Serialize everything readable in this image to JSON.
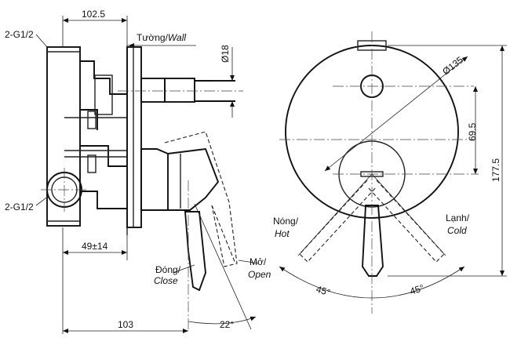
{
  "side_view": {
    "thread_top": "2-G1/2",
    "thread_bottom": "2-G1/2",
    "width_overall": "102.5",
    "wall_label_vi": "Tường/",
    "wall_label_en": "Wall",
    "pipe_diameter": "Ø18",
    "depth_adjust": "49±14",
    "handle_close_vi": "Đóng/",
    "handle_close_en": "Close",
    "handle_open_vi": "Mở/",
    "handle_open_en": "Open",
    "base_length": "103",
    "handle_angle": "22°"
  },
  "front_view": {
    "plate_diameter": "Ø135",
    "outlet_offset": "69.5",
    "total_height": "177.5",
    "hot_vi": "Nóng/",
    "hot_en": "Hot",
    "cold_vi": "Lạnh/",
    "cold_en": "Cold",
    "angle_left": "45°",
    "angle_right": "45°"
  }
}
